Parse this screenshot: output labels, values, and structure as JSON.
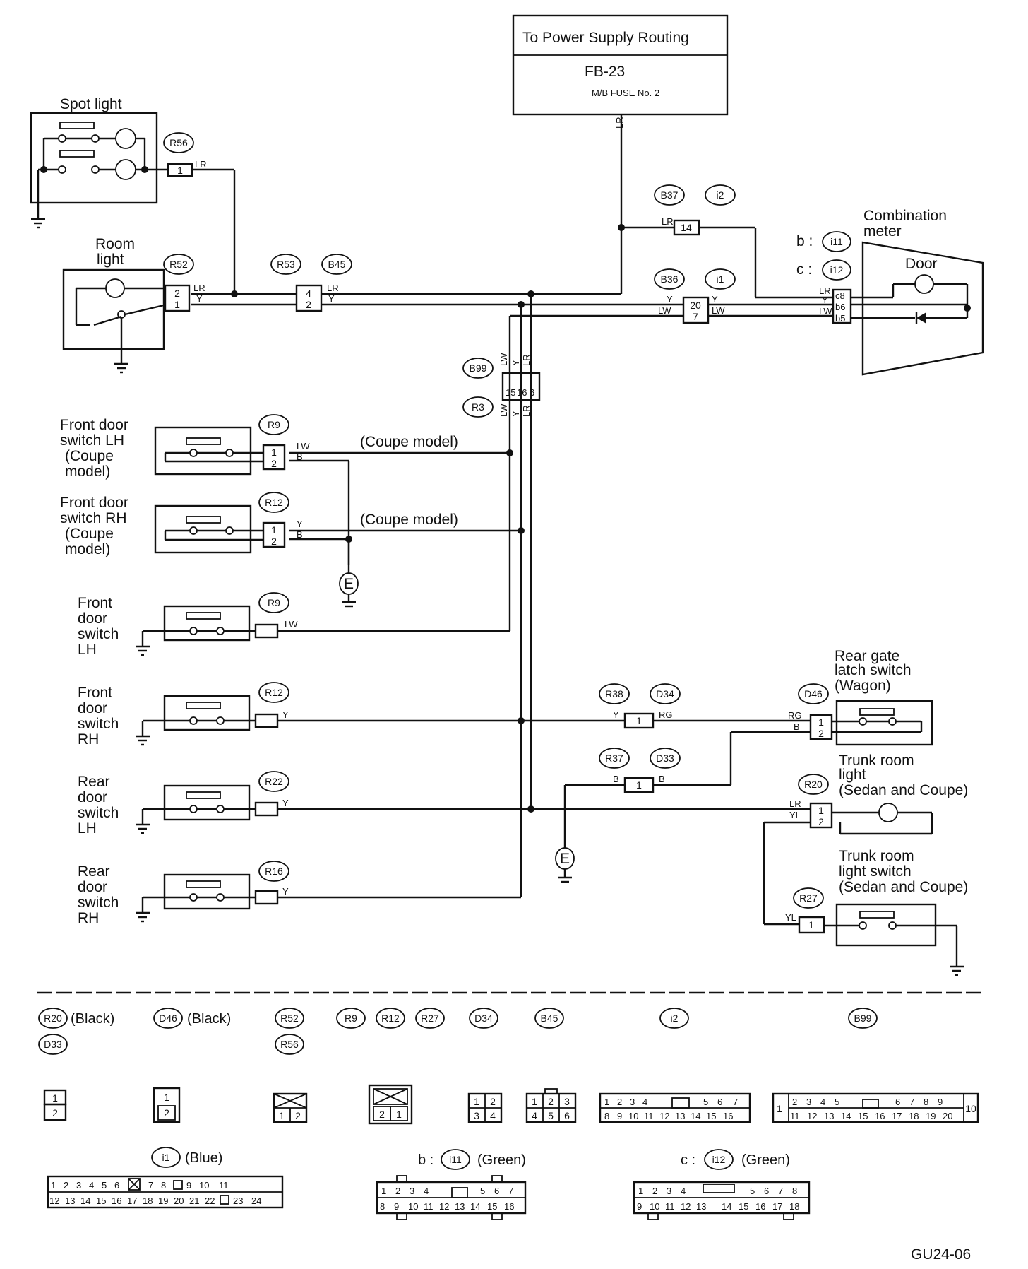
{
  "diagram": {
    "power": {
      "title": "To Power Supply Routing",
      "fuse_ref": "FB-23",
      "fuse_name": "M/B FUSE No. 2"
    },
    "components": {
      "spot_light": "Spot light",
      "room_light": [
        "Room",
        "light"
      ],
      "combination_meter": [
        "Combination",
        "meter"
      ],
      "door": "Door",
      "fd_lh_coupe": [
        "Front door",
        "switch LH",
        "(Coupe",
        "model)"
      ],
      "fd_rh_coupe": [
        "Front door",
        "switch RH",
        "(Coupe",
        "model)"
      ],
      "fd_lh": [
        "Front",
        "door",
        "switch",
        "LH"
      ],
      "fd_rh": [
        "Front",
        "door",
        "switch",
        "RH"
      ],
      "rd_lh": [
        "Rear",
        "door",
        "switch",
        "LH"
      ],
      "rd_rh": [
        "Rear",
        "door",
        "switch",
        "RH"
      ],
      "rear_gate": [
        "Rear gate",
        "latch switch",
        "(Wagon)"
      ],
      "trunk_light": [
        "Trunk room",
        "light",
        "(Sedan and Coupe)"
      ],
      "trunk_switch": [
        "Trunk room",
        "light switch",
        "(Sedan and Coupe)"
      ],
      "coupe_model": "(Coupe model)",
      "ground": "E"
    },
    "connectors": {
      "R56": "R56",
      "R52": "R52",
      "R53": "R53",
      "B45": "B45",
      "B37": "B37",
      "i2": "i2",
      "B36": "B36",
      "i1": "i1",
      "i11": "i11",
      "i12": "i12",
      "B99": "B99",
      "R3": "R3",
      "R9": "R9",
      "R12": "R12",
      "R22": "R22",
      "R16": "R16",
      "R38": "R38",
      "D34": "D34",
      "R37": "R37",
      "D33": "D33",
      "D46": "D46",
      "R20": "R20",
      "R27": "R27",
      "meter_b": "b :",
      "meter_c": "c :"
    },
    "wire_colors": {
      "LR": "LR",
      "Y": "Y",
      "LW": "LW",
      "B": "B",
      "RG": "RG",
      "YL": "YL"
    },
    "pins": {
      "p1": "1",
      "p2": "2",
      "p4": "4",
      "p7": "7",
      "p14": "14",
      "p20": "20",
      "p15": "15",
      "p16": "16",
      "p6": "6",
      "c8": "c8",
      "b6": "b6",
      "b5": "b5"
    },
    "legend": {
      "black": "(Black)",
      "blue": "(Blue)",
      "green": "(Green)",
      "b_prefix": "b :",
      "c_prefix": "c :",
      "i2_top": [
        "1",
        "2",
        "3",
        "4",
        "5",
        "6",
        "7"
      ],
      "i2_bottom": [
        "8",
        "9",
        "10",
        "11",
        "12",
        "13",
        "14",
        "15",
        "16"
      ],
      "b99_first": "1",
      "b99_top": [
        "2",
        "3",
        "4",
        "5",
        "6",
        "7",
        "8",
        "9"
      ],
      "b99_last": "10",
      "b99_bottom": [
        "11",
        "12",
        "13",
        "14",
        "15",
        "16",
        "17",
        "18",
        "19",
        "20"
      ],
      "i1_top": [
        "1",
        "2",
        "3",
        "4",
        "5",
        "6",
        "7",
        "8",
        "9",
        "10",
        "11"
      ],
      "i1_bottom": [
        "12",
        "13",
        "14",
        "15",
        "16",
        "17",
        "18",
        "19",
        "20",
        "21",
        "22",
        "23",
        "24"
      ],
      "i11_top": [
        "1",
        "2",
        "3",
        "4",
        "5",
        "6",
        "7"
      ],
      "i11_bottom": [
        "8",
        "9",
        "10",
        "11",
        "12",
        "13",
        "14",
        "15",
        "16"
      ],
      "i12_top": [
        "1",
        "2",
        "3",
        "4",
        "5",
        "6",
        "7",
        "8"
      ],
      "i12_bottom": [
        "9",
        "10",
        "11",
        "12",
        "13",
        "14",
        "15",
        "16",
        "17",
        "18"
      ],
      "p12": [
        "1",
        "2"
      ],
      "p34": [
        "3",
        "4"
      ],
      "p123": [
        "1",
        "2",
        "3"
      ],
      "p456": [
        "4",
        "5",
        "6"
      ],
      "p21": [
        "2",
        "1"
      ]
    },
    "figure_code": "GU24-06"
  }
}
